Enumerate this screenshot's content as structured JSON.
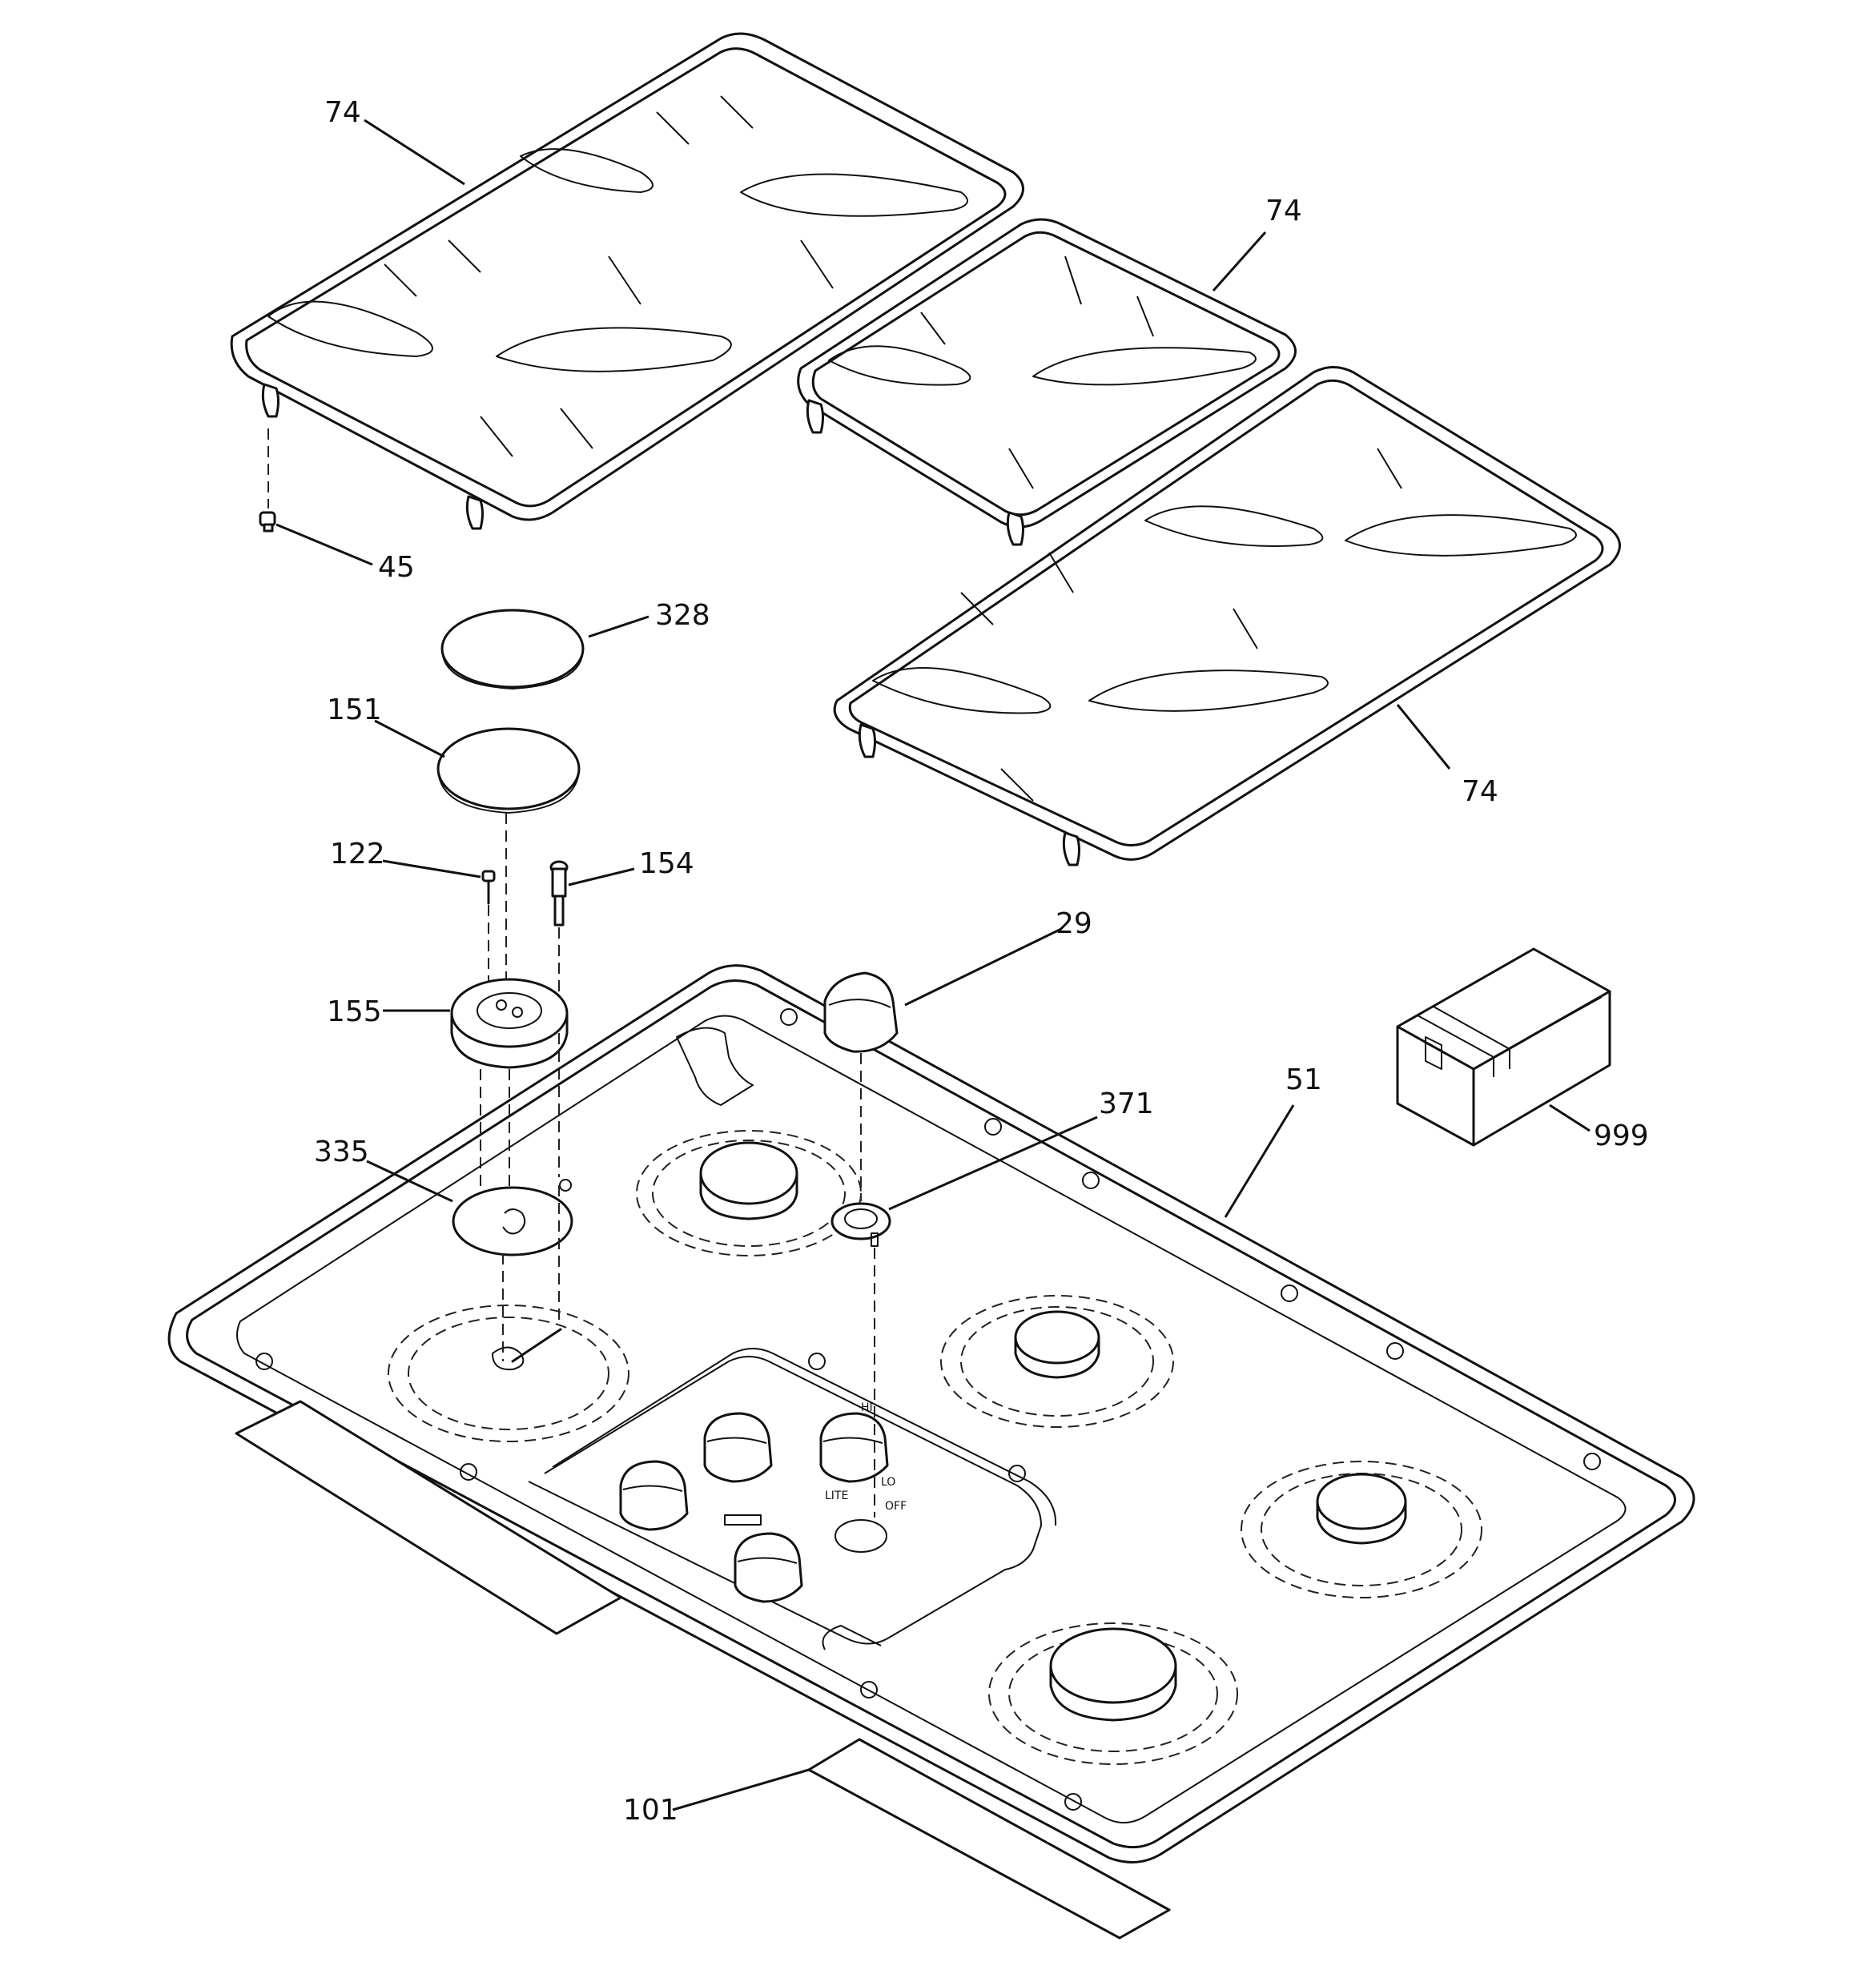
{
  "diagram": {
    "parts": [
      {
        "id": "grate_top_left",
        "callout": "74"
      },
      {
        "id": "grate_middle",
        "callout": "74"
      },
      {
        "id": "grate_right",
        "callout": "74"
      },
      {
        "id": "grate_foot",
        "callout": "45"
      },
      {
        "id": "burner_cap_small",
        "callout": "328"
      },
      {
        "id": "burner_cap_large",
        "callout": "151"
      },
      {
        "id": "screw",
        "callout": "122"
      },
      {
        "id": "igniter_electrode",
        "callout": "154"
      },
      {
        "id": "burner_head",
        "callout": "155"
      },
      {
        "id": "burner_base_plate",
        "callout": "335"
      },
      {
        "id": "control_knob",
        "callout": "29"
      },
      {
        "id": "knob_ring",
        "callout": "371"
      },
      {
        "id": "cooktop_body",
        "callout": "51"
      },
      {
        "id": "literature_box",
        "callout": "999"
      },
      {
        "id": "gasket",
        "callout": "101"
      }
    ]
  },
  "control_panel_markings": {
    "hi": "HI",
    "lo": "LO",
    "lite": "LITE",
    "off": "OFF"
  }
}
